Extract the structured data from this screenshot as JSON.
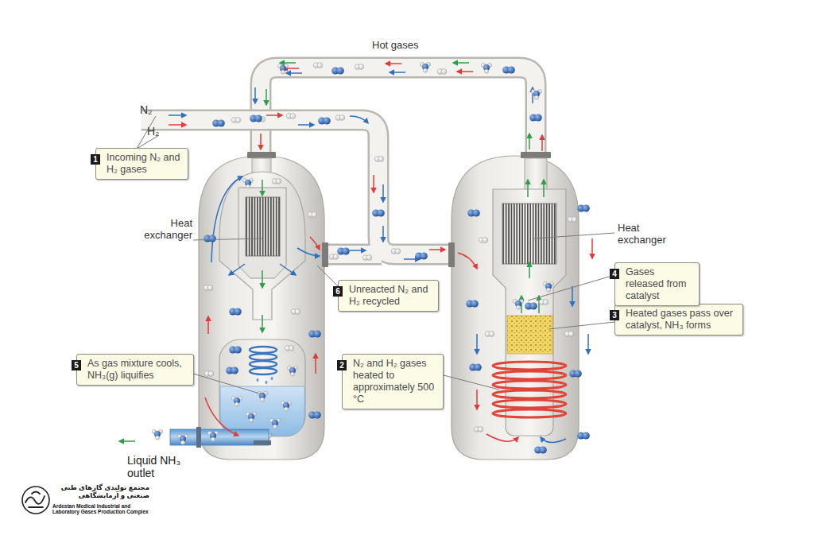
{
  "diagram": {
    "nodes": [
      {
        "text": [
          "1",
          "Incoming N₂ and H₂ gases"
        ]
      },
      {
        "text": [
          "2",
          "N₂ and H₂ gases heated to approximately 500 °C"
        ]
      },
      {
        "text": [
          "3",
          "Heated gases pass over catalyst, NH₃ forms"
        ]
      },
      {
        "text": [
          "4",
          "Gases released from catalyst"
        ]
      },
      {
        "text": [
          "5",
          "As gas mixture cools, NH₃(g) liquifies"
        ]
      },
      {
        "text": [
          "6",
          "Unreacted N₂ and H₂ recycled"
        ]
      }
    ],
    "labels": [
      "Hot gases",
      "N₂",
      "H₂",
      "Heat exchanger",
      "Heat exchanger",
      "Liquid NH₃ outlet",
      "مجتمع تولیدی گازهای طبی صنعتی و آزمایشگاهی",
      "Ardestan Medical Industrial and Laboratory Gases Production Complex"
    ]
  }
}
